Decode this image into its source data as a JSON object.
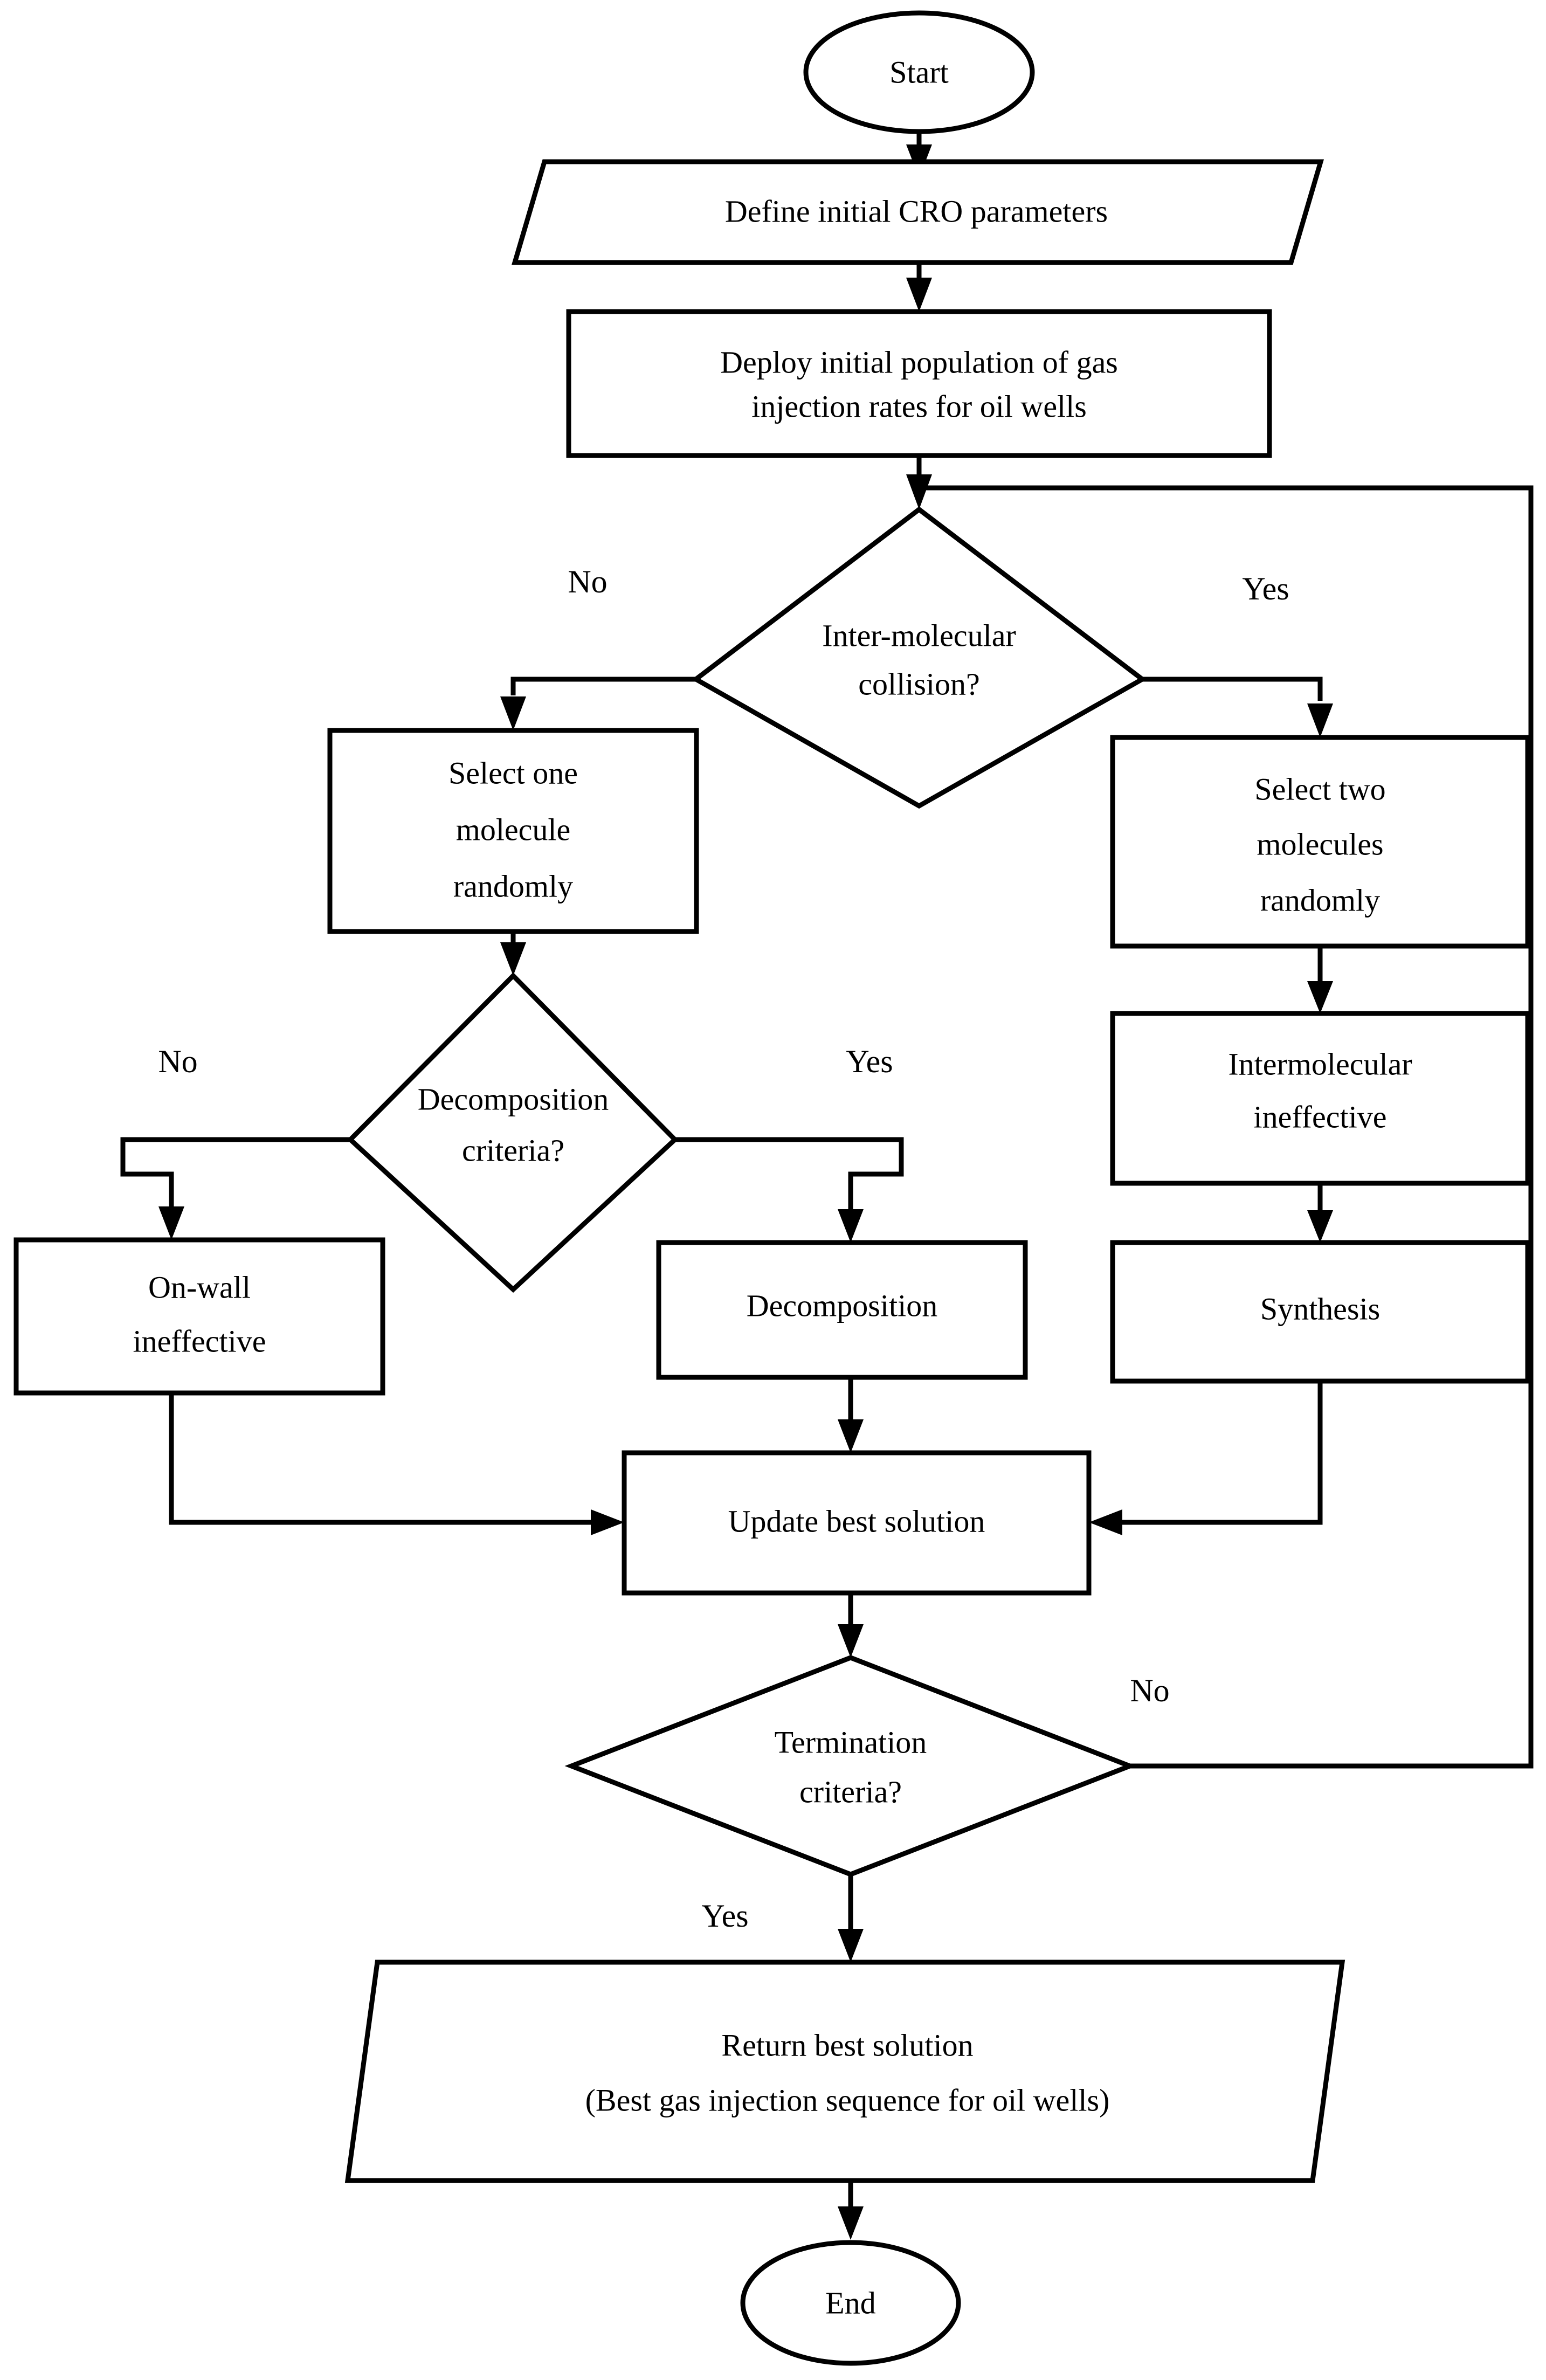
{
  "diagram": {
    "type": "flowchart",
    "title": "CRO algorithm flowchart for gas injection rate optimization in oil wells",
    "colors": {
      "background": "#ffffff",
      "stroke": "#000000",
      "fill": "#ffffff"
    },
    "nodes": {
      "start": {
        "label": "Start",
        "shape": "ellipse"
      },
      "define_params": {
        "label": "Define initial CRO parameters",
        "shape": "parallelogram"
      },
      "deploy_population_line1": {
        "label": "Deploy initial population of gas",
        "shape": "rectangle"
      },
      "deploy_population_line2": {
        "label": "injection rates for oil wells"
      },
      "inter_collision_line1": {
        "label": "Inter-molecular",
        "shape": "diamond"
      },
      "inter_collision_line2": {
        "label": "collision?"
      },
      "select_one_line1": {
        "label": "Select one",
        "shape": "rectangle"
      },
      "select_one_line2": {
        "label": "molecule"
      },
      "select_one_line3": {
        "label": "randomly"
      },
      "select_two_line1": {
        "label": "Select two",
        "shape": "rectangle"
      },
      "select_two_line2": {
        "label": "molecules"
      },
      "select_two_line3": {
        "label": "randomly"
      },
      "decomposition_criteria_line1": {
        "label": "Decomposition",
        "shape": "diamond"
      },
      "decomposition_criteria_line2": {
        "label": "criteria?"
      },
      "intermolecular_ineffective_line1": {
        "label": "Intermolecular",
        "shape": "rectangle"
      },
      "intermolecular_ineffective_line2": {
        "label": "ineffective"
      },
      "on_wall_line1": {
        "label": "On-wall",
        "shape": "rectangle"
      },
      "on_wall_line2": {
        "label": "ineffective"
      },
      "decomposition": {
        "label": "Decomposition",
        "shape": "rectangle"
      },
      "synthesis": {
        "label": "Synthesis",
        "shape": "rectangle"
      },
      "update_best": {
        "label": "Update best solution",
        "shape": "rectangle"
      },
      "termination_line1": {
        "label": "Termination",
        "shape": "diamond"
      },
      "termination_line2": {
        "label": "criteria?"
      },
      "return_best_line1": {
        "label": "Return best solution",
        "shape": "parallelogram"
      },
      "return_best_line2": {
        "label": "(Best gas injection sequence for oil wells)"
      },
      "end": {
        "label": "End",
        "shape": "ellipse"
      }
    },
    "branch_labels": {
      "collision_no": "No",
      "collision_yes": "Yes",
      "decomposition_no": "No",
      "decomposition_yes": "Yes",
      "termination_no": "No",
      "termination_yes": "Yes"
    }
  }
}
